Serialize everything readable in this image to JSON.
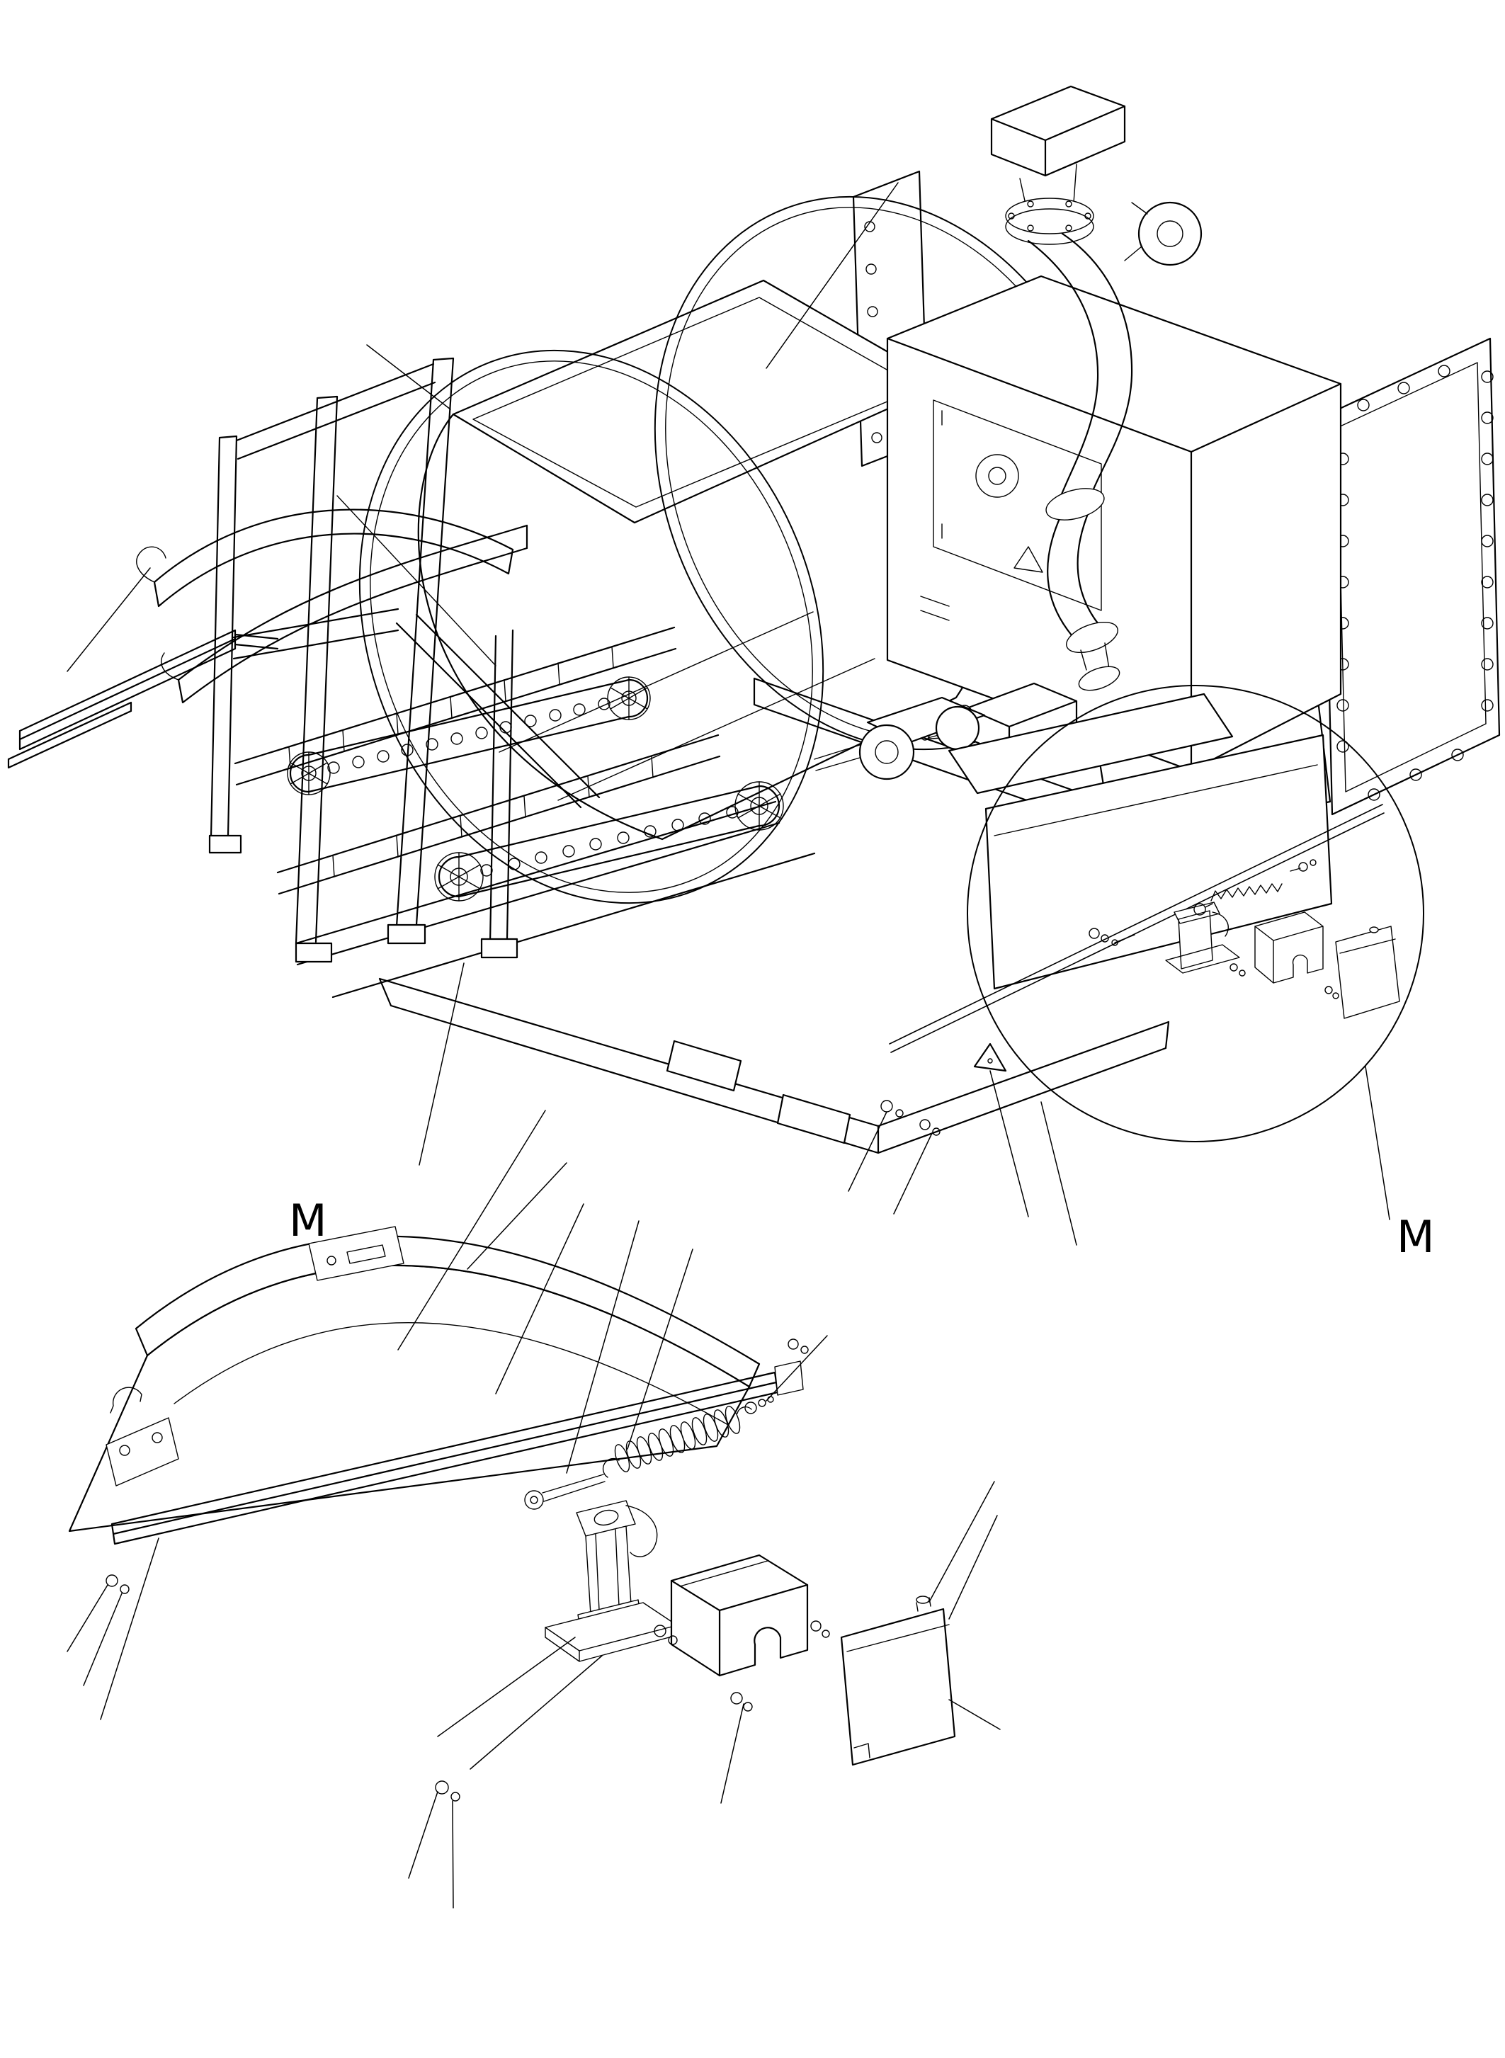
{
  "page": {
    "background": "#ffffff",
    "line_color": "#000000"
  },
  "labels": {
    "detail_callout": "M",
    "detail_view_title": "M"
  },
  "diagram": {
    "type": "exploded-parts-diagram",
    "overview_parts": [
      "hose-reel-drum",
      "reel-support-rings",
      "drive-housing",
      "intake-chute",
      "flanged-mount-wall",
      "folding-support-frame",
      "chain-tracks",
      "chassis-skids",
      "detail-circle-M"
    ],
    "detail_parts": [
      "side-panel",
      "scraper-bar",
      "tension-spring",
      "eye-bolt",
      "tensioner-assembly",
      "guard-cover",
      "flap-plate",
      "fasteners"
    ]
  }
}
